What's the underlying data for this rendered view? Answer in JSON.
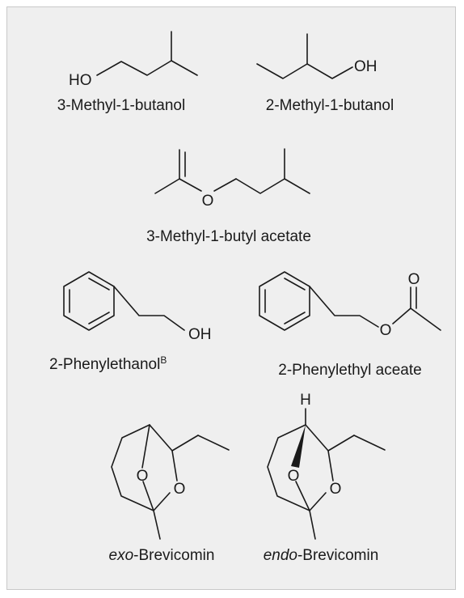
{
  "compounds": [
    {
      "name": "3-Methyl-1-butanol",
      "labels": {
        "oh": "HO"
      }
    },
    {
      "name": "2-Methyl-1-butanol",
      "labels": {
        "oh": "OH"
      }
    },
    {
      "name": "3-Methyl-1-butyl acetate",
      "labels": {
        "o": "O"
      }
    },
    {
      "name": "2-Phenylethanol",
      "superscript": "B",
      "labels": {
        "oh": "OH"
      }
    },
    {
      "name": "2-Phenylethyl aceate",
      "labels": {
        "o_carbonyl": "O",
        "o_ester": "O"
      }
    },
    {
      "name_prefix": "exo",
      "name_suffix": "-Brevicomin",
      "labels": {
        "o_bridge": "O",
        "o_ring": "O"
      }
    },
    {
      "name_prefix": "endo",
      "name_suffix": "-Brevicomin",
      "labels": {
        "h": "H",
        "o_bridge": "O",
        "o_ring": "O"
      }
    }
  ],
  "colors": {
    "panel_background": "#efefef",
    "panel_border": "#c9c9c9",
    "ink": "#1a1a1a"
  }
}
